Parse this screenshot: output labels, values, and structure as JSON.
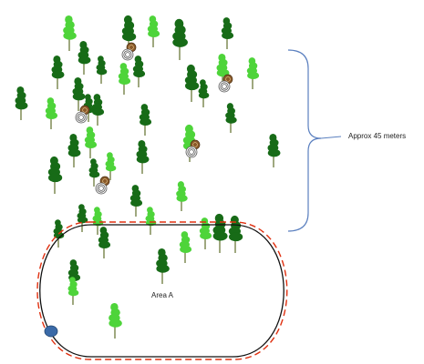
{
  "area": {
    "label": "Area A"
  },
  "brace": {
    "label": "Approx 45 meters"
  },
  "colors": {
    "tree_dark": "#176b17",
    "tree_light": "#4ed43a",
    "trunk": "#6b7a3a",
    "boundary": "#111111",
    "boundary_dashed": "#e03010",
    "brace": "#5a7fbf",
    "marker": "#3a6aa8",
    "stump_brown": "#8a5a2a"
  },
  "icons": {
    "tree": "conifer-tree-icon",
    "stump": "tree-stump-icon",
    "marker": "blue-dot-marker"
  }
}
